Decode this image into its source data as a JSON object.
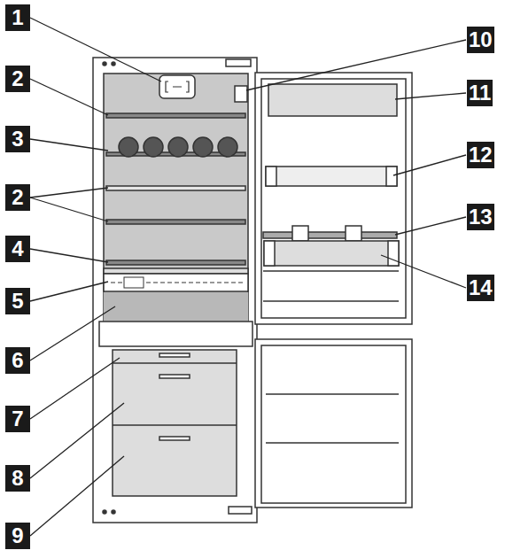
{
  "diagram": {
    "labels": [
      "1",
      "2",
      "3",
      "2",
      "4",
      "5",
      "6",
      "7",
      "8",
      "9",
      "10",
      "11",
      "12",
      "13",
      "14"
    ]
  }
}
